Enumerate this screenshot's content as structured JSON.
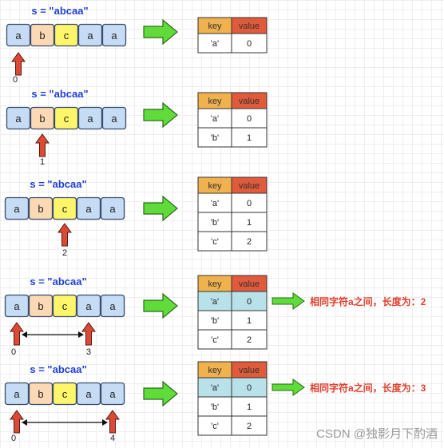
{
  "title": "s = \"abcaa\"",
  "string_chars": [
    "a",
    "b",
    "c",
    "a",
    "a"
  ],
  "table_headers": {
    "key": "key",
    "value": "value"
  },
  "colors": {
    "cell_a": "#c6dcf5",
    "cell_b": "#fbd9b4",
    "cell_c": "#fdf56a",
    "cell_border": "#3a4b6a",
    "header_key": "#f0b24e",
    "header_value": "#e15a3b",
    "highlight_row": "#b8e1ea",
    "big_arrow": "#5fdc3a",
    "pointer_arrow": "#dc4a35",
    "note": "#e0402e"
  },
  "frames": [
    {
      "pointers": [
        {
          "index": 0,
          "label": "0"
        }
      ],
      "rows": [
        [
          "'a'",
          "0"
        ]
      ],
      "highlight_row": null,
      "note": ""
    },
    {
      "pointers": [
        {
          "index": 1,
          "label": "1"
        }
      ],
      "rows": [
        [
          "'a'",
          "0"
        ],
        [
          "'b'",
          "1"
        ]
      ],
      "highlight_row": null,
      "note": ""
    },
    {
      "pointers": [
        {
          "index": 2,
          "label": "2"
        }
      ],
      "rows": [
        [
          "'a'",
          "0"
        ],
        [
          "'b'",
          "1"
        ],
        [
          "'c'",
          "2"
        ]
      ],
      "highlight_row": null,
      "note": ""
    },
    {
      "pointers": [
        {
          "index": 0,
          "label": "0"
        },
        {
          "index": 3,
          "label": "3"
        }
      ],
      "rows": [
        [
          "'a'",
          "0"
        ],
        [
          "'b'",
          "1"
        ],
        [
          "'c'",
          "2"
        ]
      ],
      "highlight_row": 0,
      "note": "相同字符a之间，长度为：2"
    },
    {
      "pointers": [
        {
          "index": 0,
          "label": "0"
        },
        {
          "index": 4,
          "label": "4"
        }
      ],
      "rows": [
        [
          "'a'",
          "0"
        ],
        [
          "'b'",
          "1"
        ],
        [
          "'c'",
          "2"
        ]
      ],
      "highlight_row": 0,
      "note": "相同字符a之间，长度为：3"
    }
  ],
  "watermark": "CSDN @独影月下酌酒"
}
